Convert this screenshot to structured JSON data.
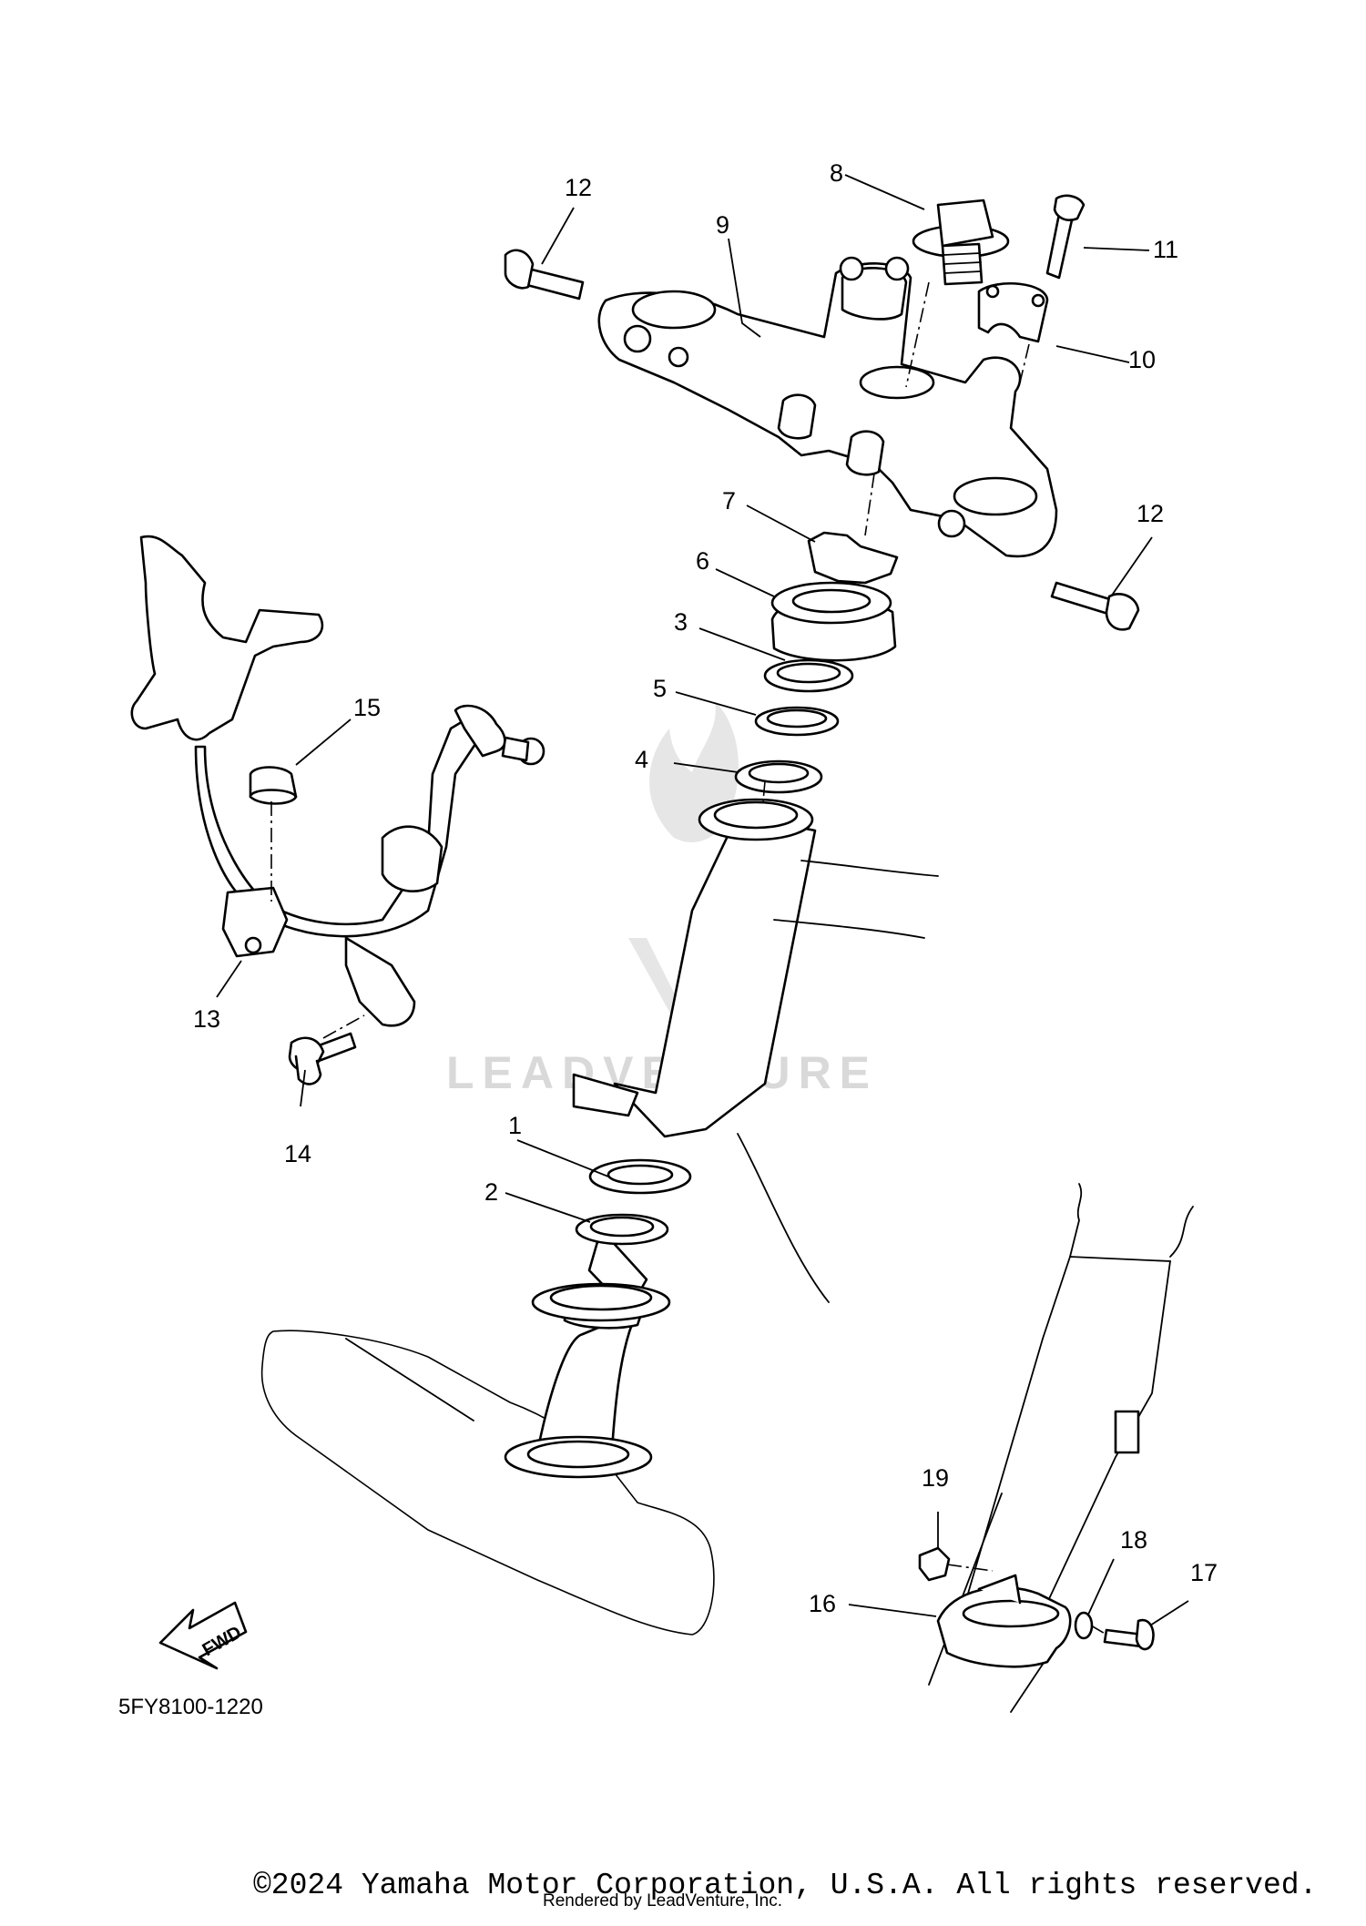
{
  "diagram": {
    "callouts": [
      "1",
      "2",
      "3",
      "4",
      "5",
      "6",
      "7",
      "8",
      "9",
      "10",
      "11",
      "12",
      "12",
      "13",
      "14",
      "15",
      "16",
      "17",
      "18",
      "19"
    ],
    "part_code": "5FY8100-1220",
    "direction_badge": "FWD",
    "watermark": "LEADVENTURE"
  },
  "footer": {
    "copyright": "©2024 Yamaha Motor Corporation, U.S.A. All rights reserved.",
    "rendered_by": "Rendered by LeadVenture, Inc."
  }
}
